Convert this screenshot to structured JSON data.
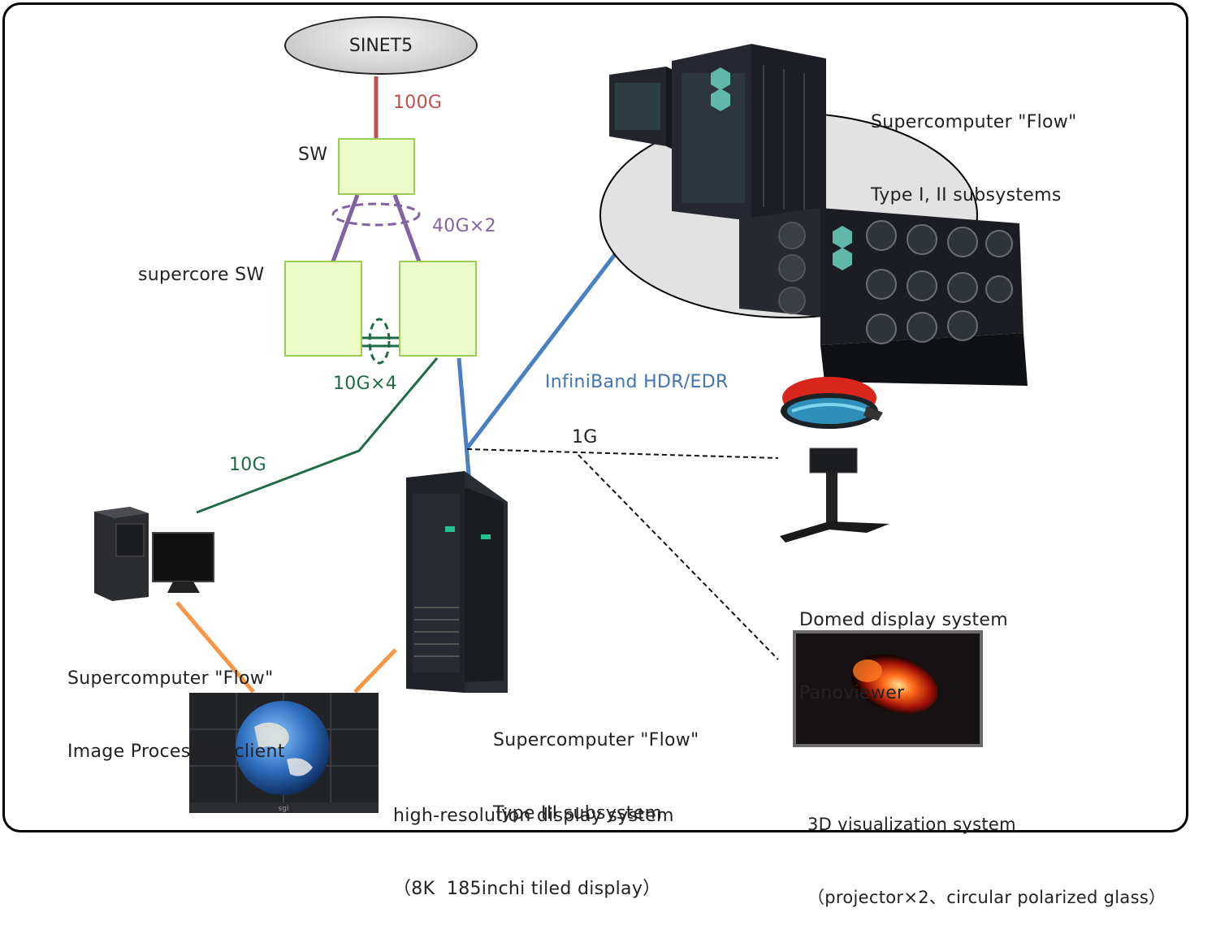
{
  "network": {
    "sinet": "SINET5",
    "sw_label": "SW",
    "supercore_label": "supercore SW"
  },
  "links": {
    "sinet_uplink": "100G",
    "sw_to_supercore": "40G×2",
    "supercore_interlink": "10G×4",
    "client_link": "10G",
    "infiniband": "InfiniBand HDR/EDR",
    "management": "1G"
  },
  "systems": {
    "type12": {
      "line1": "Supercomputer \"Flow\"",
      "line2": "Type I, II subsystems"
    },
    "type3": {
      "line1": "Supercomputer \"Flow\"",
      "line2": "Type III subsystem"
    },
    "client": {
      "line1": "Supercomputer \"Flow\"",
      "line2": "Image Processing client"
    },
    "dome": {
      "line1": "Domed display system",
      "line2": "Panoviewer"
    },
    "viz3d": {
      "line1": "3D visualization system",
      "line2": "（projector×2、circular polarized glass）"
    },
    "hires": {
      "line1": "high-resolution display system",
      "line2": "（8K  185inchi tiled display）"
    }
  },
  "wall_brand": "sgi",
  "colors": {
    "uplink_100g": "#c0504d",
    "link_40g": "#8064a2",
    "link_10g": "#1e6b45",
    "infiniband": "#4a7fc1",
    "video": "#f79646",
    "switch_fill": "#ecfcc8",
    "switch_border": "#9ccc55"
  }
}
